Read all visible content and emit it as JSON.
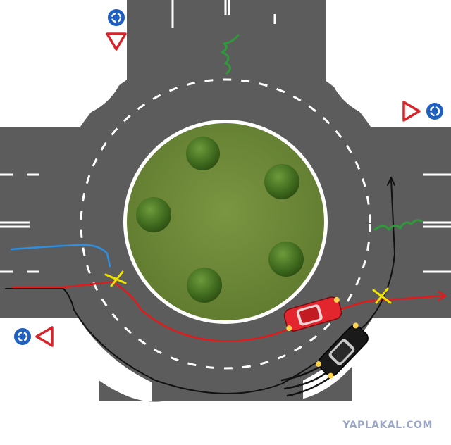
{
  "watermark": "YAPLAKAL.COM",
  "colors": {
    "asphalt": "#5c5c5c",
    "markings": "#ffffff",
    "grass": "#6f8a3a",
    "bush": "#4f7a26",
    "sign_blue": "#1f5fbf",
    "sign_red": "#d8232a",
    "path_black": "#111111",
    "path_red": "#e11b1b",
    "path_blue": "#2e8fe0",
    "path_green": "#2e9a3a",
    "cross_yellow": "#f2e200",
    "car_red": "#e3262e",
    "car_black": "#1a1a1a"
  },
  "signs": [
    {
      "type": "roundabout-sign"
    },
    {
      "type": "yield-sign"
    },
    {
      "type": "yield-sign"
    },
    {
      "type": "roundabout-sign"
    },
    {
      "type": "roundabout-sign"
    },
    {
      "type": "yield-sign"
    }
  ],
  "vehicles": [
    {
      "name": "red-car"
    },
    {
      "name": "black-car"
    }
  ]
}
